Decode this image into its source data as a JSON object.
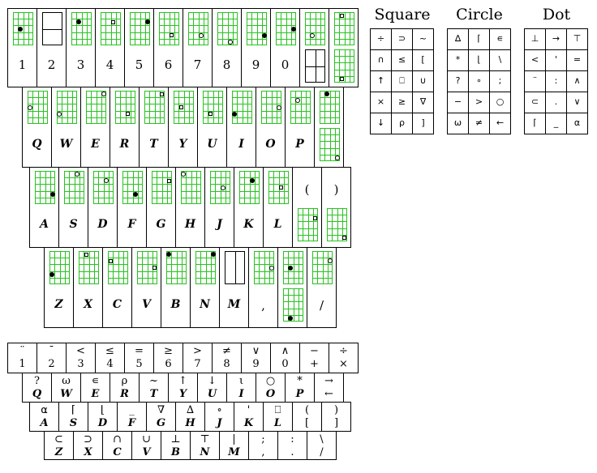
{
  "big_rows": [
    [
      {
        "label": "1",
        "g": [
          {
            "t": "dot",
            "c": 1,
            "r": 2
          }
        ]
      },
      {
        "label": "2",
        "blank": "h"
      },
      {
        "label": "3",
        "g": [
          {
            "t": "dot",
            "c": 1,
            "r": 1
          }
        ]
      },
      {
        "label": "4",
        "g": [
          {
            "t": "sq",
            "c": 2,
            "r": 1
          }
        ]
      },
      {
        "label": "5",
        "g": [
          {
            "t": "dot",
            "c": 3,
            "r": 1
          }
        ]
      },
      {
        "label": "6",
        "g": [
          {
            "t": "sq",
            "c": 2,
            "r": 3
          }
        ]
      },
      {
        "label": "7",
        "g": [
          {
            "t": "circ",
            "c": 2,
            "r": 3
          }
        ]
      },
      {
        "label": "8",
        "g": [
          {
            "t": "circ",
            "c": 2,
            "r": 4
          }
        ]
      },
      {
        "label": "9",
        "g": [
          {
            "t": "dot",
            "c": 3,
            "r": 3
          }
        ]
      },
      {
        "label": "0",
        "g": [
          {
            "t": "dot",
            "c": 3,
            "r": 2
          }
        ]
      },
      {
        "label": "",
        "g": [
          {
            "t": "circ",
            "c": 1,
            "r": 3
          }
        ],
        "g2": {
          "blank": "cross"
        }
      },
      {
        "label": "",
        "g": [
          {
            "t": "sq",
            "c": 1,
            "r": 0
          }
        ],
        "g2": {
          "g": [
            {
              "t": "sq",
              "c": 1,
              "r": 4
            }
          ]
        }
      }
    ],
    [
      {
        "label": "Q",
        "it": true,
        "g": [
          {
            "t": "circ",
            "c": 0,
            "r": 2
          }
        ]
      },
      {
        "label": "W",
        "it": true,
        "g": [
          {
            "t": "circ",
            "c": 0,
            "r": 3
          }
        ]
      },
      {
        "label": "E",
        "it": true,
        "g": [
          {
            "t": "circ",
            "c": 3,
            "r": 0
          }
        ]
      },
      {
        "label": "R",
        "it": true,
        "g": [
          {
            "t": "sq",
            "c": 2,
            "r": 3
          }
        ]
      },
      {
        "label": "T",
        "it": true,
        "g": [
          {
            "t": "sq",
            "c": 3,
            "r": 0
          }
        ]
      },
      {
        "label": "Y",
        "it": true,
        "g": [
          {
            "t": "sq",
            "c": 1,
            "r": 2
          }
        ]
      },
      {
        "label": "U",
        "it": true,
        "g": [
          {
            "t": "sq",
            "c": 1,
            "r": 3
          }
        ]
      },
      {
        "label": "I",
        "it": true,
        "g": [
          {
            "t": "dot",
            "c": 0,
            "r": 3
          }
        ]
      },
      {
        "label": "O",
        "it": true,
        "g": [
          {
            "t": "circ",
            "c": 3,
            "r": 2
          }
        ]
      },
      {
        "label": "P",
        "it": true,
        "g": [
          {
            "t": "circ",
            "c": 1,
            "r": 1
          }
        ]
      },
      {
        "label": "",
        "g": [
          {
            "t": "dot",
            "c": 1,
            "r": 0
          }
        ],
        "g2": {
          "g": [
            {
              "t": "circ",
              "c": 3,
              "r": 4
            }
          ]
        }
      }
    ],
    [
      {
        "label": "A",
        "it": true,
        "g": [
          {
            "t": "dot",
            "c": 3,
            "r": 3
          }
        ]
      },
      {
        "label": "S",
        "it": true,
        "g": [
          {
            "t": "circ",
            "c": 2,
            "r": 0
          }
        ]
      },
      {
        "label": "D",
        "it": true,
        "g": [
          {
            "t": "circ",
            "c": 2,
            "r": 1
          }
        ]
      },
      {
        "label": "F",
        "it": true,
        "g": [
          {
            "t": "dot",
            "c": 2,
            "r": 3
          }
        ]
      },
      {
        "label": "G",
        "it": true,
        "g": [
          {
            "t": "sq",
            "c": 3,
            "r": 1
          }
        ]
      },
      {
        "label": "H",
        "it": true,
        "g": [
          {
            "t": "circ",
            "c": 0,
            "r": 0
          }
        ]
      },
      {
        "label": "J",
        "it": true,
        "g": [
          {
            "t": "circ",
            "c": 2,
            "r": 2
          }
        ]
      },
      {
        "label": "K",
        "it": true,
        "g": [
          {
            "t": "dot",
            "c": 2,
            "r": 1
          }
        ]
      },
      {
        "label": "L",
        "it": true,
        "g": [
          {
            "t": "sq",
            "c": 2,
            "r": 2
          }
        ]
      },
      {
        "label": "",
        "sym": "(",
        "g": null,
        "g2": {
          "g": [
            {
              "t": "sq",
              "c": 3,
              "r": 1
            }
          ]
        }
      },
      {
        "label": "",
        "sym": ")",
        "g": null,
        "g2": {
          "g": [
            {
              "t": "sq",
              "c": 3,
              "r": 4
            }
          ]
        }
      }
    ],
    [
      {
        "label": "Z",
        "it": true,
        "g": [
          {
            "t": "dot",
            "c": 0,
            "r": 3
          }
        ]
      },
      {
        "label": "X",
        "it": true,
        "g": [
          {
            "t": "sq",
            "c": 1,
            "r": 0
          }
        ]
      },
      {
        "label": "C",
        "it": true,
        "g": [
          {
            "t": "sq",
            "c": 0,
            "r": 1
          }
        ]
      },
      {
        "label": "V",
        "it": true,
        "g": [
          {
            "t": "sq",
            "c": 3,
            "r": 2
          }
        ]
      },
      {
        "label": "B",
        "it": true,
        "g": [
          {
            "t": "dot",
            "c": 0,
            "r": 0
          }
        ]
      },
      {
        "label": "N",
        "it": true,
        "g": [
          {
            "t": "dot",
            "c": 3,
            "r": 0
          }
        ]
      },
      {
        "label": "M",
        "it": true,
        "blank": "v"
      },
      {
        "label": ",",
        "g": [
          {
            "t": "circ",
            "c": 3,
            "r": 2
          }
        ]
      },
      {
        "label": "",
        "g": [
          {
            "t": "dot",
            "c": 1,
            "r": 2
          }
        ],
        "g2": {
          "g": [
            {
              "t": "dot",
              "c": 1,
              "r": 4
            }
          ]
        }
      },
      {
        "label": "/",
        "g": [
          {
            "t": "circ",
            "c": 3,
            "r": 1
          }
        ]
      }
    ]
  ],
  "small_rows": [
    [
      {
        "top": "¨",
        "bot": "1"
      },
      {
        "top": "¯",
        "bot": "2"
      },
      {
        "top": "<",
        "bot": "3"
      },
      {
        "top": "≤",
        "bot": "4"
      },
      {
        "top": "=",
        "bot": "5"
      },
      {
        "top": "≥",
        "bot": "6"
      },
      {
        "top": ">",
        "bot": "7"
      },
      {
        "top": "≠",
        "bot": "8"
      },
      {
        "top": "∨",
        "bot": "9"
      },
      {
        "top": "∧",
        "bot": "0"
      },
      {
        "top": "−",
        "bot": "+"
      },
      {
        "top": "÷",
        "bot": "×"
      }
    ],
    [
      {
        "top": "?",
        "bot": "Q",
        "it": true
      },
      {
        "top": "ω",
        "bot": "W",
        "it": true
      },
      {
        "top": "∊",
        "bot": "E",
        "it": true
      },
      {
        "top": "ρ",
        "bot": "R",
        "it": true
      },
      {
        "top": "~",
        "bot": "T",
        "it": true
      },
      {
        "top": "↑",
        "bot": "Y",
        "it": true
      },
      {
        "top": "↓",
        "bot": "U",
        "it": true
      },
      {
        "top": "ι",
        "bot": "I",
        "it": true
      },
      {
        "top": "○",
        "bot": "O",
        "it": true
      },
      {
        "top": "*",
        "bot": "P",
        "it": true
      },
      {
        "top": "→",
        "bot": "←"
      }
    ],
    [
      {
        "top": "⍺",
        "bot": "A",
        "it": true
      },
      {
        "top": "⌈",
        "bot": "S",
        "it": true
      },
      {
        "top": "⌊",
        "bot": "D",
        "it": true
      },
      {
        "top": "_",
        "bot": "F",
        "it": true
      },
      {
        "top": "∇",
        "bot": "G",
        "it": true
      },
      {
        "top": "∆",
        "bot": "H",
        "it": true
      },
      {
        "top": "∘",
        "bot": "J",
        "it": true
      },
      {
        "top": "'",
        "bot": "K",
        "it": true
      },
      {
        "top": "⎕",
        "bot": "L",
        "it": true
      },
      {
        "top": "(",
        "bot": "["
      },
      {
        "top": ")",
        "bot": "]"
      }
    ],
    [
      {
        "top": "⊂",
        "bot": "Z",
        "it": true
      },
      {
        "top": "⊃",
        "bot": "X",
        "it": true
      },
      {
        "top": "∩",
        "bot": "C",
        "it": true
      },
      {
        "top": "∪",
        "bot": "V",
        "it": true
      },
      {
        "top": "⊥",
        "bot": "B",
        "it": true
      },
      {
        "top": "⊤",
        "bot": "N",
        "it": true
      },
      {
        "top": "|",
        "bot": "M",
        "it": true
      },
      {
        "top": ";",
        "bot": ","
      },
      {
        "top": ":",
        "bot": "."
      },
      {
        "top": "\\",
        "bot": "/"
      }
    ]
  ],
  "tables": [
    {
      "title": "Square",
      "cells": [
        [
          "÷",
          "⊃",
          "~"
        ],
        [
          "∩",
          "≤",
          "["
        ],
        [
          "↑",
          "⎕",
          "∪"
        ],
        [
          "×",
          "≥",
          "∇"
        ],
        [
          "↓",
          "ρ",
          "]"
        ]
      ]
    },
    {
      "title": "Circle",
      "cells": [
        [
          "∆",
          "⌈",
          "∊"
        ],
        [
          "*",
          "⌊",
          "\\"
        ],
        [
          "?",
          "∘",
          ";"
        ],
        [
          "−",
          ">",
          "○"
        ],
        [
          "ω",
          "≠",
          "←"
        ]
      ]
    },
    {
      "title": "Dot",
      "cells": [
        [
          "⊥",
          "→",
          "⊤"
        ],
        [
          "<",
          "'",
          "="
        ],
        [
          "¨",
          ":",
          "∧"
        ],
        [
          "⊂",
          ".",
          "∨"
        ],
        [
          "⌈",
          "_",
          "⍺"
        ]
      ]
    }
  ]
}
